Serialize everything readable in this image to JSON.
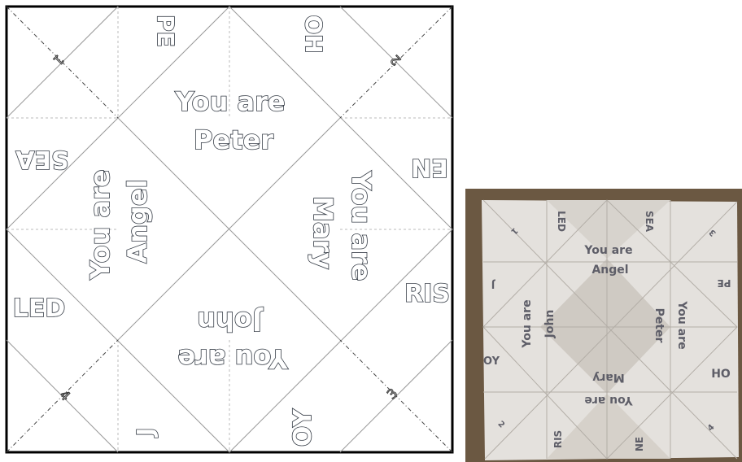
{
  "template": {
    "corner_words": [
      "PE",
      "OH",
      "SEA",
      "EN",
      "LED",
      "RIS",
      "J",
      "OY"
    ],
    "corner_numbers": [
      "1",
      "2",
      "3",
      "4"
    ],
    "panels": [
      {
        "prefix": "You are",
        "name": "Peter"
      },
      {
        "prefix": "You are",
        "name": "Angel"
      },
      {
        "prefix": "You are",
        "name": "Mary"
      },
      {
        "prefix": "You are",
        "name": "John"
      }
    ]
  },
  "photo": {
    "corner_words": [
      "LED",
      "SEA",
      "J",
      "PE",
      "OY",
      "HO",
      "RIS",
      "NE"
    ],
    "corner_numbers": [
      "1",
      "2",
      "3",
      "4"
    ],
    "panels": [
      {
        "prefix": "You are",
        "name": "Angel"
      },
      {
        "prefix": "You are",
        "name": "John"
      },
      {
        "prefix": "You are",
        "name": "Peter"
      },
      {
        "prefix": "You are",
        "name": "Mary"
      }
    ]
  }
}
